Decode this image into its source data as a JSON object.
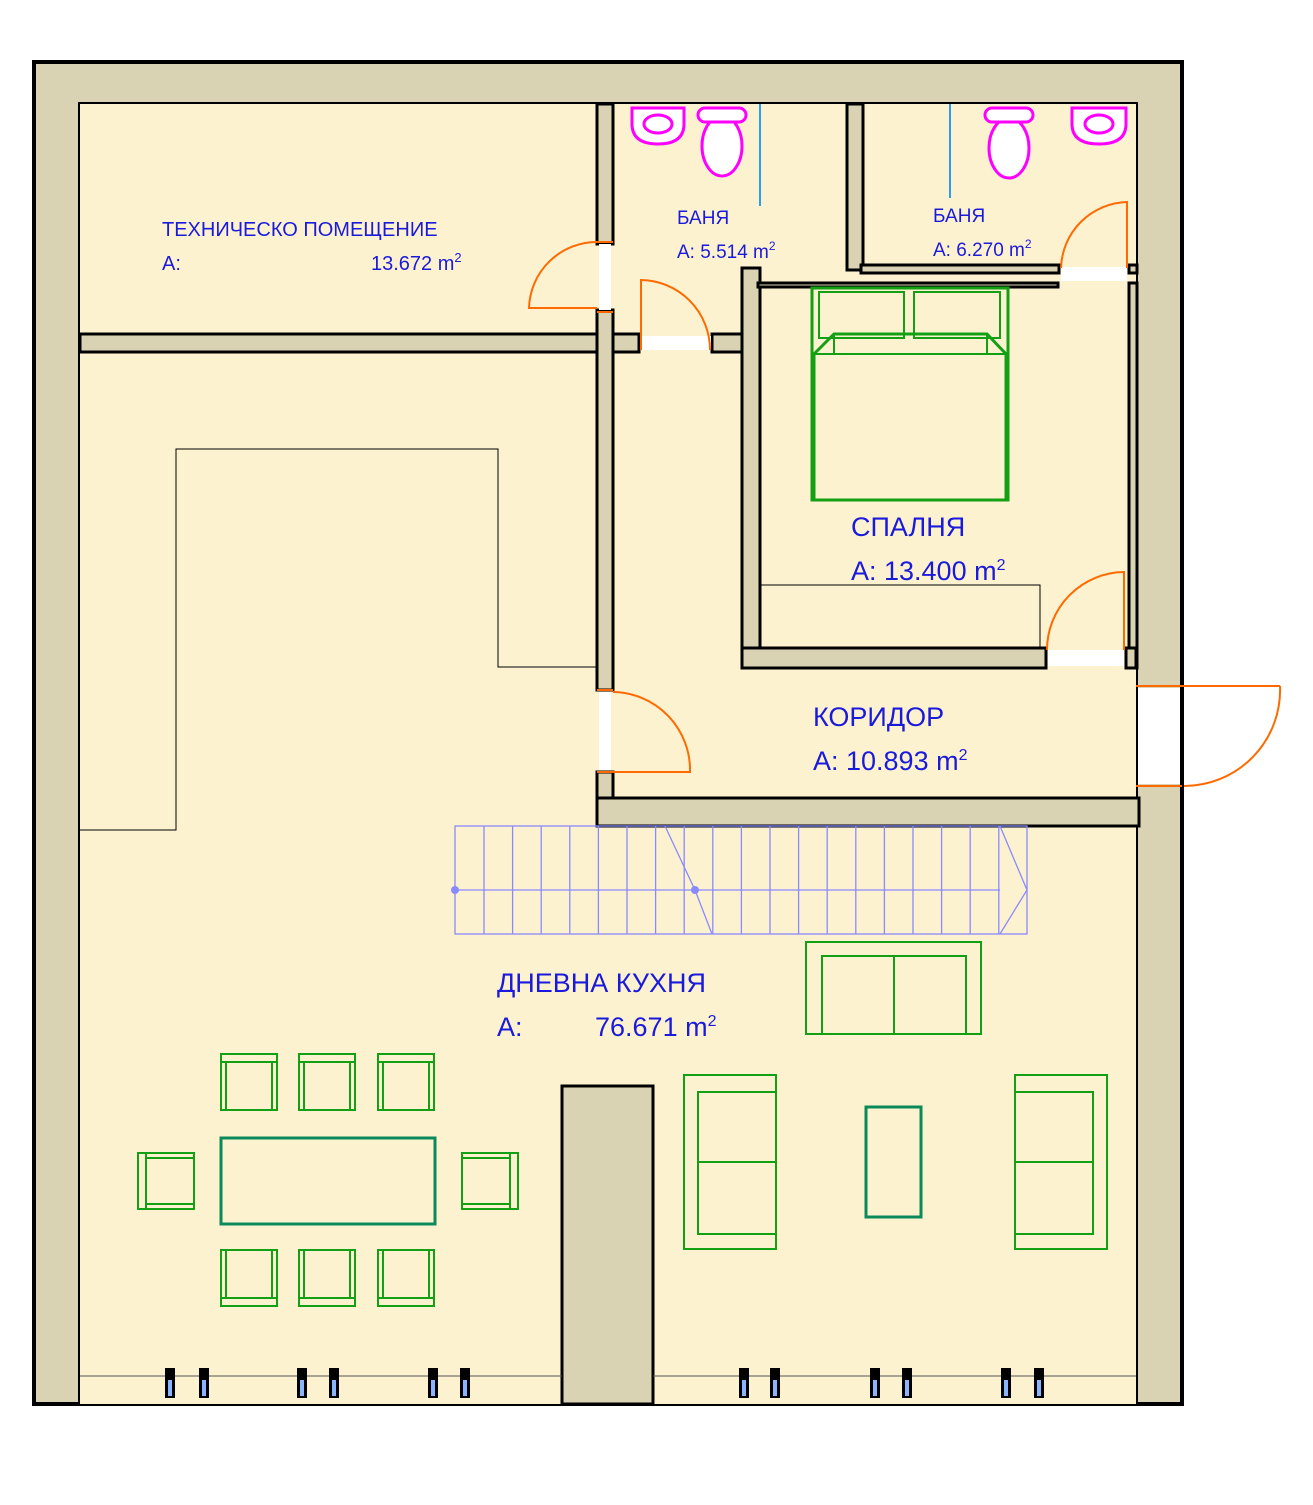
{
  "plan": {
    "rooms": [
      {
        "id": "technical",
        "name": "ТЕХНИЧЕСКО ПОМЕЩЕНИЕ",
        "area_prefix": "A:",
        "area_value": "13.672 m",
        "area_unit_sup": "2"
      },
      {
        "id": "bath1",
        "name": "БАНЯ",
        "area_label": "A: 5.514 m",
        "area_unit_sup": "2"
      },
      {
        "id": "bath2",
        "name": "БАНЯ",
        "area_label": "A: 6.270 m",
        "area_unit_sup": "2"
      },
      {
        "id": "bedroom",
        "name": "СПАЛНЯ",
        "area_label": "A: 13.400 m",
        "area_unit_sup": "2"
      },
      {
        "id": "corridor",
        "name": "КОРИДОР",
        "area_label": "A: 10.893 m",
        "area_unit_sup": "2"
      },
      {
        "id": "living",
        "name": "ДНЕВНА КУХНЯ",
        "area_prefix": "A:",
        "area_value": "76.671 m",
        "area_unit_sup": "2"
      }
    ]
  },
  "colors": {
    "wall": "#dad3b3",
    "floor": "#fdf2d0",
    "labels": "#1a1adc",
    "doors": "#ff6a00",
    "furniture": "#14a014",
    "sanitary": "#ff00ff",
    "stairs": "#8a8aff"
  }
}
